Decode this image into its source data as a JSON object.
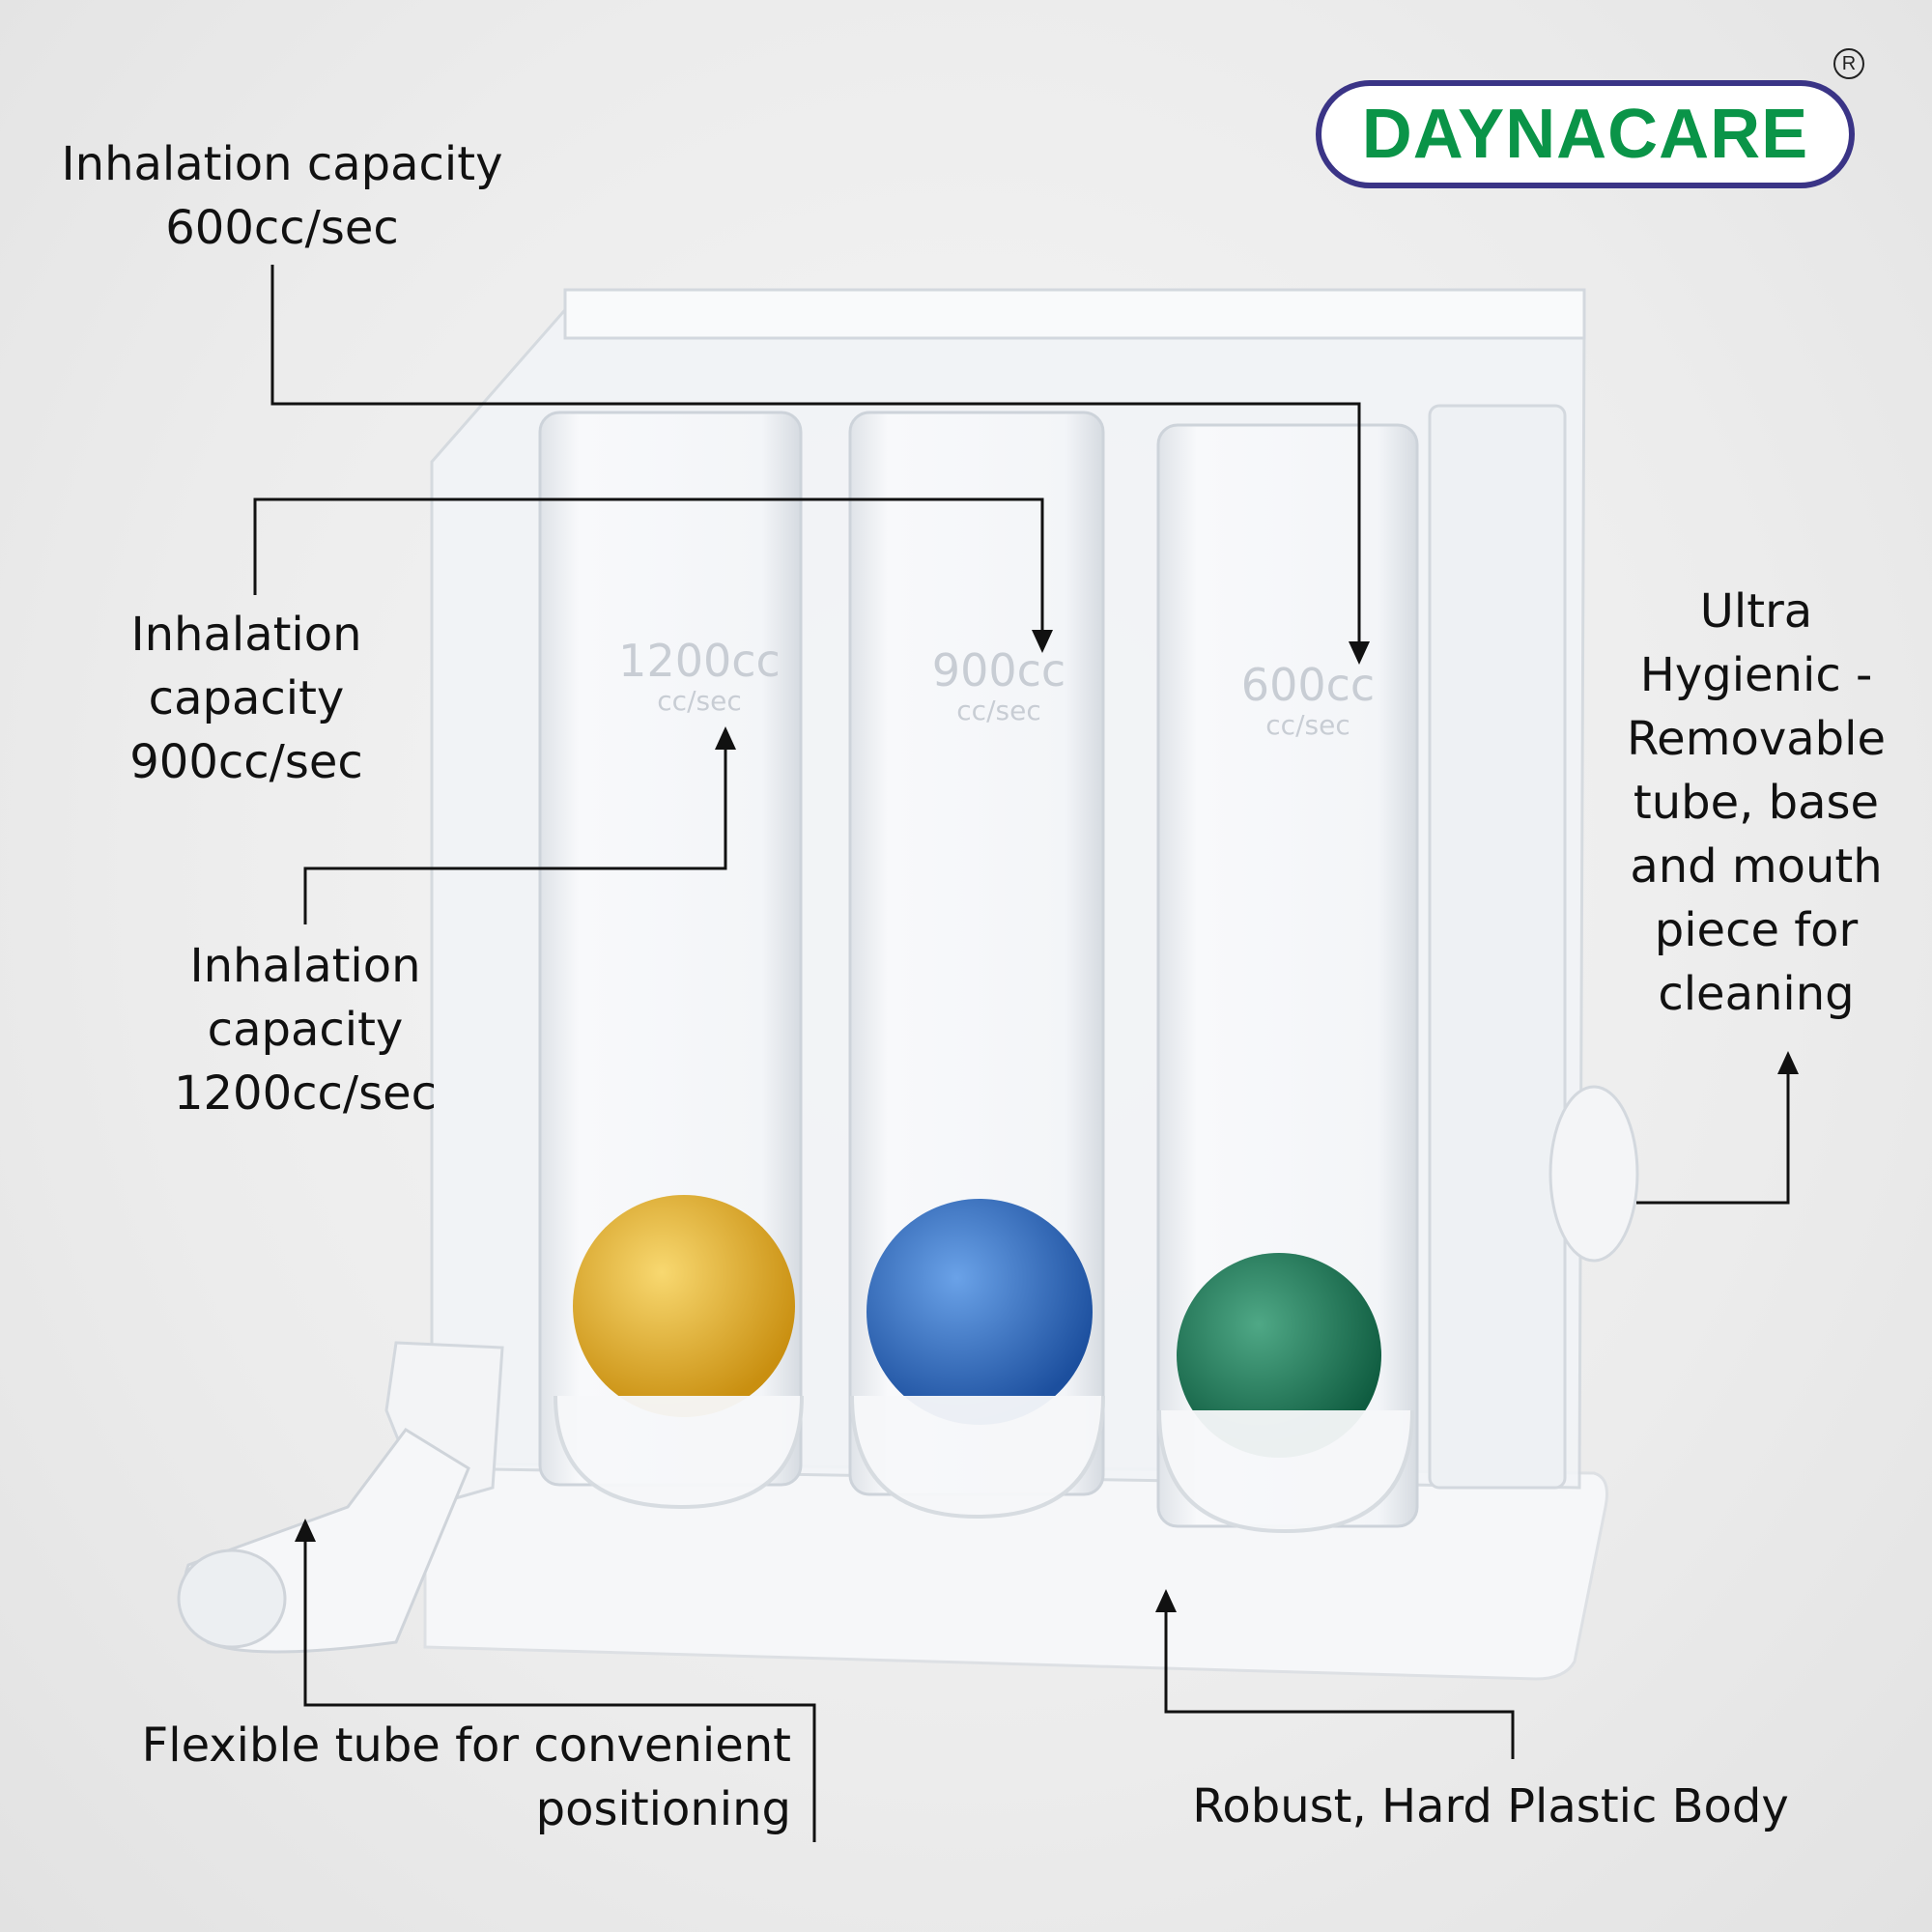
{
  "brand": {
    "name": "DAYNACARE",
    "registered_mark": "R",
    "text_color": "#0a9448",
    "border_color": "#3a3486"
  },
  "callouts": {
    "c600": [
      "Inhalation capacity",
      "600cc/sec"
    ],
    "c900": [
      "Inhalation",
      "capacity",
      "900cc/sec"
    ],
    "c1200": [
      "Inhalation",
      "capacity",
      "1200cc/sec"
    ],
    "hygienic": [
      "Ultra",
      "Hygienic -",
      "Removable",
      "tube, base",
      "and mouth",
      "piece for",
      "cleaning"
    ],
    "tube": [
      "Flexible tube for convenient",
      "positioning"
    ],
    "body": [
      "Robust, Hard Plastic Body"
    ]
  },
  "tube_markings": [
    "1200cc",
    "900cc",
    "600cc"
  ],
  "tube_unit": "cc/sec",
  "ball_colors": {
    "yellow": "#e7b332",
    "blue": "#2f6fc4",
    "green": "#1e7f5c"
  }
}
